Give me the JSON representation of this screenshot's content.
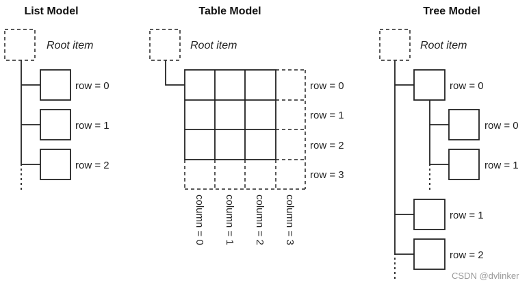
{
  "list_model": {
    "title": "List Model",
    "root_label": "Root item",
    "rows": [
      "row = 0",
      "row = 1",
      "row = 2"
    ]
  },
  "table_model": {
    "title": "Table Model",
    "root_label": "Root item",
    "rows": [
      "row = 0",
      "row = 1",
      "row = 2",
      "row = 3"
    ],
    "columns": [
      "column = 0",
      "column = 1",
      "column = 2",
      "column = 3"
    ]
  },
  "tree_model": {
    "title": "Tree Model",
    "root_label": "Root item",
    "top_rows": [
      "row = 0",
      "row = 1",
      "row = 2"
    ],
    "child_rows": [
      "row = 0",
      "row = 1"
    ]
  },
  "watermark": "CSDN @dvlinker"
}
